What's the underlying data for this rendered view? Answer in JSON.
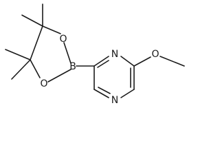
{
  "molecule": {
    "atoms": {
      "boron": "B",
      "oxygen_upper": "O",
      "oxygen_lower": "O",
      "nitrogen_upper": "N",
      "nitrogen_lower": "N",
      "oxygen_methoxy": "O"
    }
  }
}
